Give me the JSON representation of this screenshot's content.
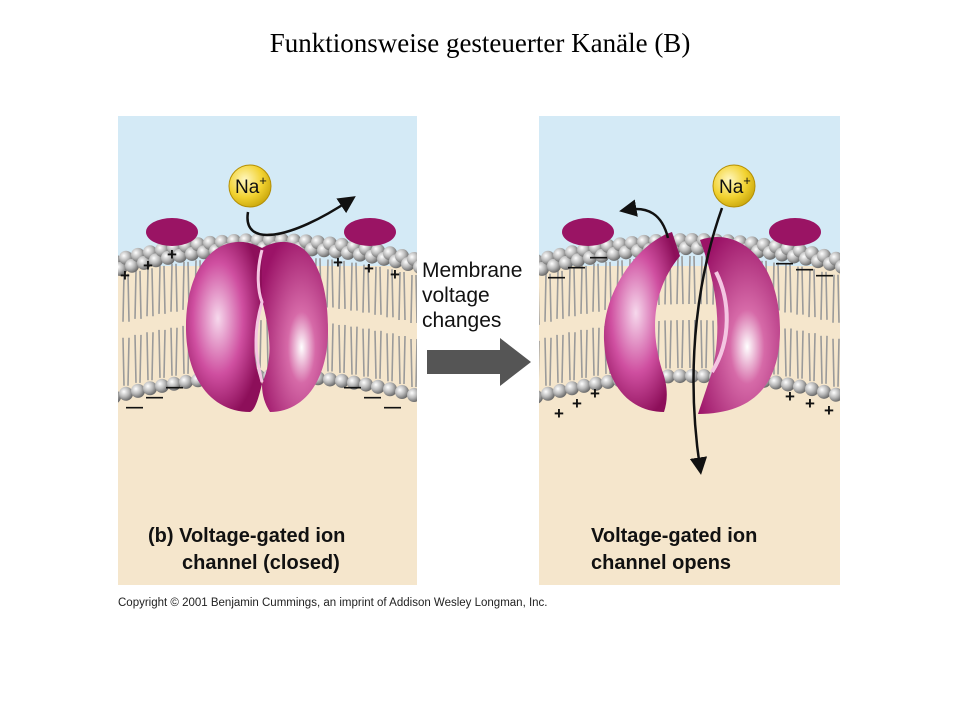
{
  "slide": {
    "title": "Funktionsweise gesteuerter Kanäle (B)"
  },
  "left_panel": {
    "caption_line1": "(b) Voltage-gated ion",
    "caption_line2": "channel (closed)",
    "ion": "Na"
  },
  "right_panel": {
    "caption_line1": "Voltage-gated ion",
    "caption_line2": "channel opens",
    "ion": "Na"
  },
  "transition": {
    "line1": "Membrane",
    "line2": "voltage",
    "line3": "changes"
  },
  "charges": {
    "plus": "+",
    "minus": "—"
  },
  "copyright": "Copyright © 2001 Benjamin Cummings, an imprint of Addison Wesley Longman, Inc.",
  "colors": {
    "extracellular": "#d4eaf6",
    "cytoplasm": "#f5e6cc",
    "protein": "#c4287f",
    "ion": "#f2d230"
  }
}
